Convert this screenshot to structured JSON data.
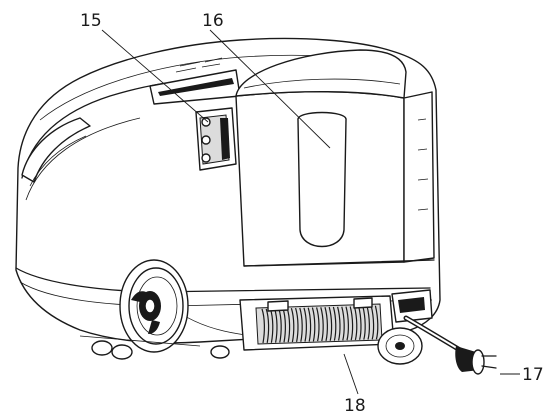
{
  "callouts": {
    "c15": "15",
    "c16": "16",
    "c17": "17",
    "c18": "18"
  },
  "colors": {
    "line": "#1a1a1a",
    "background": "#ffffff"
  }
}
